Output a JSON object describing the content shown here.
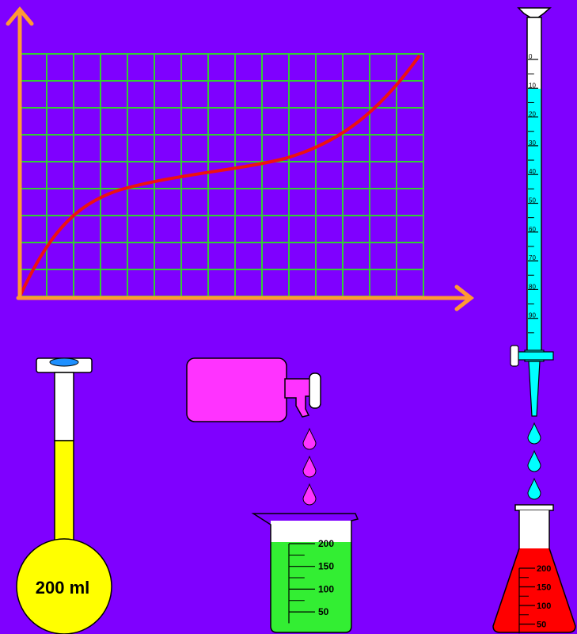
{
  "colors": {
    "background": "#7f00ff",
    "axis": "#ff9933",
    "grid": "#33cc33",
    "curve": "#ee1111",
    "flask_liquid": "#ffff00",
    "bottle": "#ff33ff",
    "beaker_liquid": "#33ee33",
    "burette_liquid": "#00ffff",
    "erlenmeyer_liquid": "#ff0000"
  },
  "volumetric_flask": {
    "label": "200 ml"
  },
  "burette": {
    "scale": [
      "0",
      "10",
      "20",
      "30",
      "40",
      "50",
      "60",
      "70",
      "80",
      "90"
    ]
  },
  "beaker": {
    "scale": [
      "200",
      "150",
      "100",
      "50"
    ]
  },
  "erlenmeyer": {
    "scale": [
      "200",
      "150",
      "100",
      "50"
    ]
  }
}
